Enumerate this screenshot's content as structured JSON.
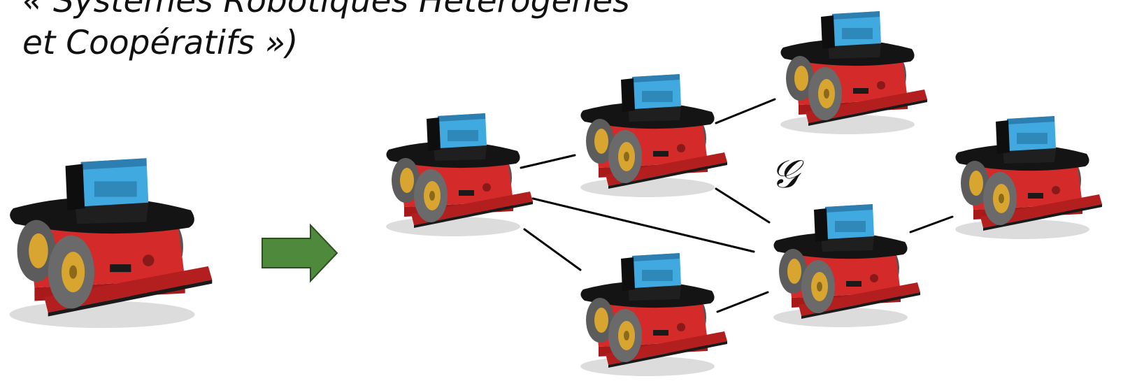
{
  "title": {
    "line1": "« Systèmes Robotiques Hétérogènes",
    "line2": "et Coopératifs »)"
  },
  "graph_label": "𝒢",
  "colors": {
    "arrow": "#4f8a3c",
    "robot_body": "#d42a2a",
    "robot_top": "#141414",
    "lidar": "#3fa9e0",
    "wheel_tire": "#6a6a6a",
    "wheel_hub": "#d8a531",
    "edge": "#000000"
  },
  "icons": {
    "single_robot": "robot-icon",
    "transform": "right-arrow-icon",
    "networked_robots": "robot-icon"
  }
}
